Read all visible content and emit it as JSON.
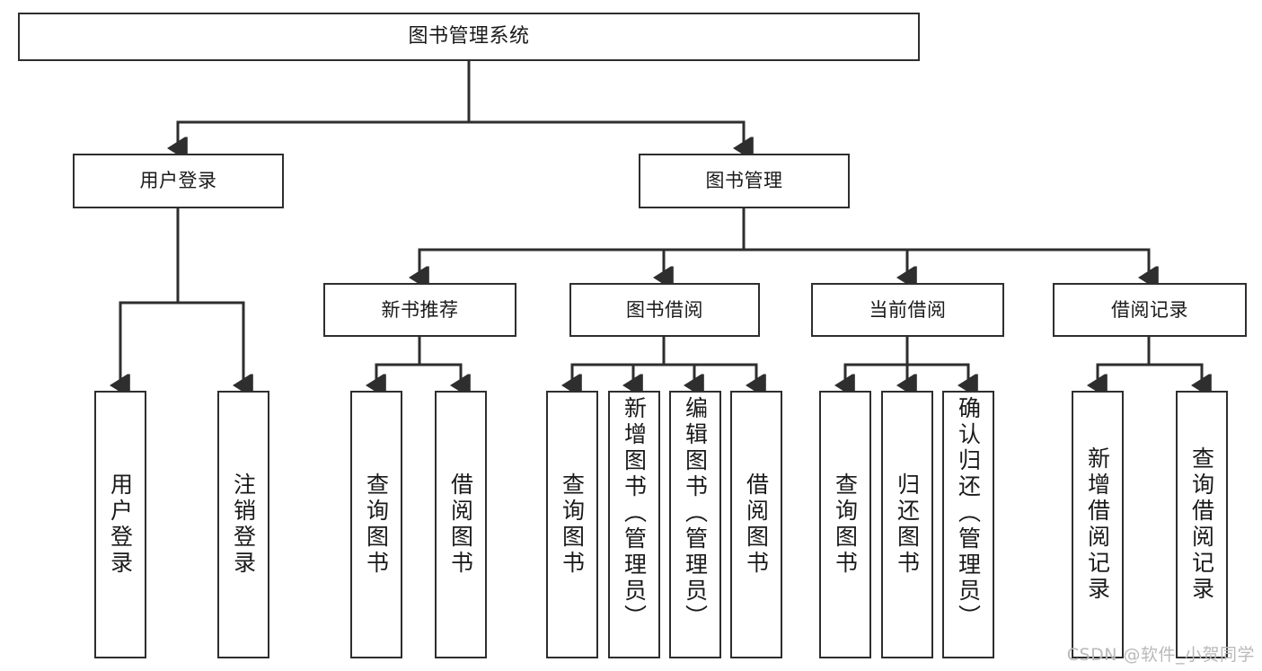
{
  "diagram": {
    "title": "图书管理系统",
    "type": "tree-hierarchy-chart",
    "root": {
      "id": "root",
      "label": "图书管理系统"
    },
    "level2": [
      {
        "id": "user-login",
        "label": "用户登录"
      },
      {
        "id": "book-manage",
        "label": "图书管理"
      }
    ],
    "level3": [
      {
        "id": "new-book-rec",
        "label": "新书推荐"
      },
      {
        "id": "book-borrow",
        "label": "图书借阅"
      },
      {
        "id": "current-borrow",
        "label": "当前借阅"
      },
      {
        "id": "borrow-record",
        "label": "借阅记录"
      }
    ],
    "leaves": {
      "user_login": [
        {
          "id": "leaf-user-login",
          "label": "用户登录"
        },
        {
          "id": "leaf-logout-login",
          "label": "注销登录"
        }
      ],
      "new_book_rec": [
        {
          "id": "leaf-query-book-1",
          "label": "查询图书"
        },
        {
          "id": "leaf-borrow-book-1",
          "label": "借阅图书"
        }
      ],
      "book_borrow": [
        {
          "id": "leaf-query-book-2",
          "label": "查询图书"
        },
        {
          "id": "leaf-add-book",
          "label": "新增图书（管理员）"
        },
        {
          "id": "leaf-edit-book",
          "label": "编辑图书（管理员）"
        },
        {
          "id": "leaf-borrow-book-2",
          "label": "借阅图书"
        }
      ],
      "current_borrow": [
        {
          "id": "leaf-query-book-3",
          "label": "查询图书"
        },
        {
          "id": "leaf-return-book",
          "label": "归还图书"
        },
        {
          "id": "leaf-confirm-return",
          "label": "确认归还（管理员）"
        }
      ],
      "borrow_record": [
        {
          "id": "leaf-add-record",
          "label": "新增借阅记录"
        },
        {
          "id": "leaf-query-record",
          "label": "查询借阅记录"
        }
      ]
    }
  },
  "watermark": {
    "text": "CSDN @软件_小贺同学"
  },
  "colors": {
    "stroke": "#2e2e2e",
    "fill": "#ffffff",
    "text": "#1a1a1a",
    "watermark": "#b9b9b9"
  }
}
